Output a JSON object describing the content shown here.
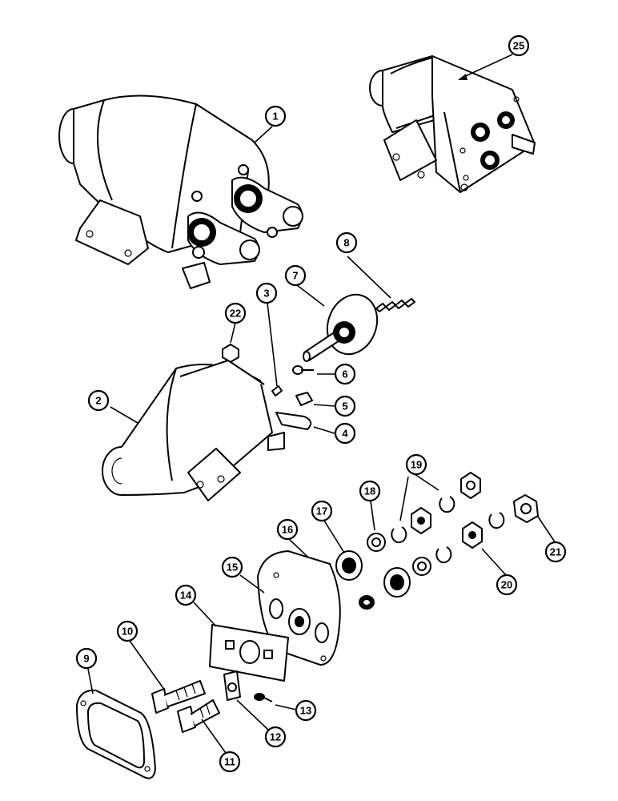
{
  "title": "",
  "callouts": [
    {
      "id": "c1",
      "label": "1"
    },
    {
      "id": "c2",
      "label": "2"
    },
    {
      "id": "c3",
      "label": "3"
    },
    {
      "id": "c4",
      "label": "4"
    },
    {
      "id": "c5",
      "label": "5"
    },
    {
      "id": "c6",
      "label": "6"
    },
    {
      "id": "c7",
      "label": "7"
    },
    {
      "id": "c8",
      "label": "8"
    },
    {
      "id": "c9",
      "label": "9"
    },
    {
      "id": "c10",
      "label": "10"
    },
    {
      "id": "c11",
      "label": "11"
    },
    {
      "id": "c12",
      "label": "12"
    },
    {
      "id": "c13",
      "label": "13"
    },
    {
      "id": "c14",
      "label": "14"
    },
    {
      "id": "c15",
      "label": "15"
    },
    {
      "id": "c16",
      "label": "16"
    },
    {
      "id": "c17",
      "label": "17"
    },
    {
      "id": "c18",
      "label": "18"
    },
    {
      "id": "c19",
      "label": "19"
    },
    {
      "id": "c20",
      "label": "20"
    },
    {
      "id": "c21",
      "label": "21"
    },
    {
      "id": "c22",
      "label": "22"
    },
    {
      "id": "c25",
      "label": "25"
    }
  ]
}
